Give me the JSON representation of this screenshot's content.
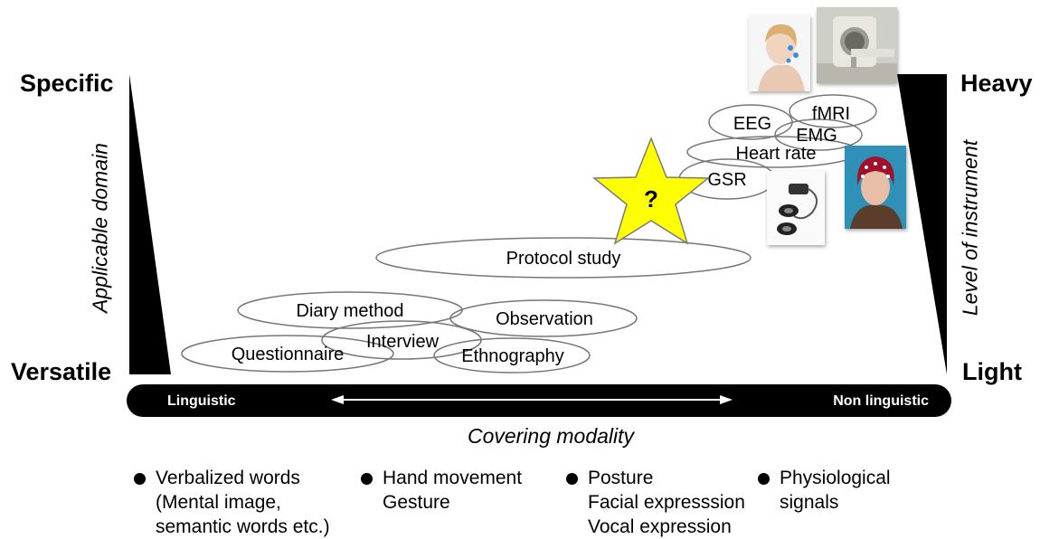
{
  "left_axis": {
    "top_label": "Specific",
    "bottom_label": "Versatile",
    "title": "Applicable domain"
  },
  "right_axis": {
    "top_label": "Heavy",
    "bottom_label": "Light",
    "title": "Level of instrument"
  },
  "bottom_axis": {
    "left_label": "Linguistic",
    "right_label": "Non linguistic",
    "title": "Covering modality"
  },
  "methods": {
    "questionnaire": "Questionnaire",
    "diary": "Diary method",
    "interview": "Interview",
    "observation": "Observation",
    "ethnography": "Ethnography",
    "protocol": "Protocol study",
    "gsr": "GSR",
    "heart_rate": "Heart rate",
    "eeg": "EEG",
    "emg": "EMG",
    "fmri": "fMRI"
  },
  "star": {
    "label": "?",
    "color": "#ffff00"
  },
  "bullets": [
    {
      "lines": [
        "Verbalized words",
        "(Mental image,",
        "semantic words etc.)"
      ]
    },
    {
      "lines": [
        "Hand movement",
        "Gesture"
      ]
    },
    {
      "lines": [
        "Posture",
        "Facial expresssion",
        "Vocal expression"
      ]
    },
    {
      "lines": [
        "Physiological",
        "signals"
      ]
    }
  ]
}
